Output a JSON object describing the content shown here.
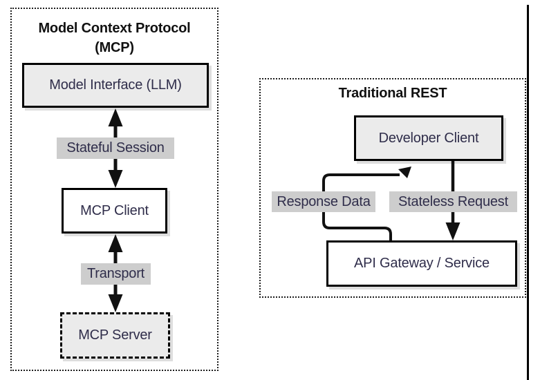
{
  "mcp": {
    "title_line1": "Model Context Protocol",
    "title_line2": "(MCP)",
    "nodes": {
      "model_interface": "Model Interface (LLM)",
      "mcp_client": "MCP Client",
      "mcp_server": "MCP Server"
    },
    "edges": {
      "stateful_session": "Stateful Session",
      "transport": "Transport"
    }
  },
  "rest": {
    "title": "Traditional REST",
    "nodes": {
      "developer_client": "Developer Client",
      "api_gateway": "API Gateway / Service"
    },
    "edges": {
      "response_data": "Response Data",
      "stateless_request": "Stateless Request"
    }
  },
  "colors": {
    "node_fill_gray": "#ebebeb",
    "node_fill_white": "#ffffff",
    "edge_label_bg": "#cdcdcd",
    "border_black": "#000000",
    "title_text": "#111111",
    "node_text": "#2f2d4a",
    "shadow": "#dedede"
  }
}
